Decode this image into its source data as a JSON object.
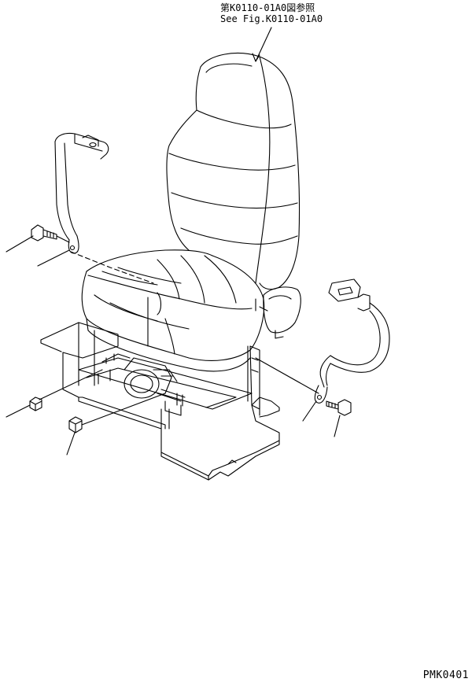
{
  "reference": {
    "japanese": "第K0110-01A0図参照",
    "english": "See Fig.K0110-01A0"
  },
  "figure_code": "PMK0401",
  "parts": [
    {
      "name": "seat assembly"
    },
    {
      "name": "left seat belt"
    },
    {
      "name": "right seat belt with buckle"
    },
    {
      "name": "left bolt"
    },
    {
      "name": "right bolt"
    },
    {
      "name": "nut front"
    },
    {
      "name": "nut rear"
    },
    {
      "name": "seat mounting plate"
    }
  ]
}
